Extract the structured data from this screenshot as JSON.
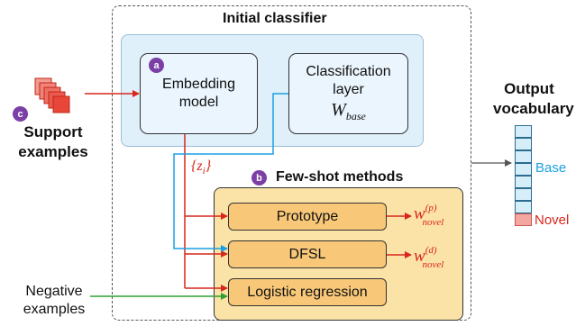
{
  "diagram": {
    "initial_classifier_title": "Initial classifier",
    "embedding_model_line1": "Embedding",
    "embedding_model_line2": "model",
    "classification_layer_line1": "Classification",
    "classification_layer_line2": "layer",
    "w_base_main": "W",
    "w_base_sub": "base",
    "support_examples_line1": "Support",
    "support_examples_line2": "examples",
    "fewshot_title": "Few-shot methods",
    "z_label": "{z",
    "z_sub": "i",
    "z_close": "}",
    "methods": [
      "Prototype",
      "DFSL",
      "Logistic regression"
    ],
    "w_novel_p_main": "w",
    "w_novel_p_sup": "(p)",
    "w_novel_sub": "novel",
    "w_novel_d_main": "w",
    "w_novel_d_sup": "(d)",
    "negative_line1": "Negative",
    "negative_line2": "examples",
    "output_vocab_line1": "Output",
    "output_vocab_line2": "vocabulary",
    "base_label": "Base",
    "novel_label": "Novel",
    "badge_a": "a",
    "badge_b": "b",
    "badge_c": "c",
    "colors": {
      "red_arrow": "#d8261a",
      "blue_arrow": "#1aa0e0",
      "green_arrow": "#2fa02f",
      "badge": "#7b3fa5",
      "novel_cell": "#f4a6a0",
      "base_cell": "#d6eef9"
    }
  }
}
